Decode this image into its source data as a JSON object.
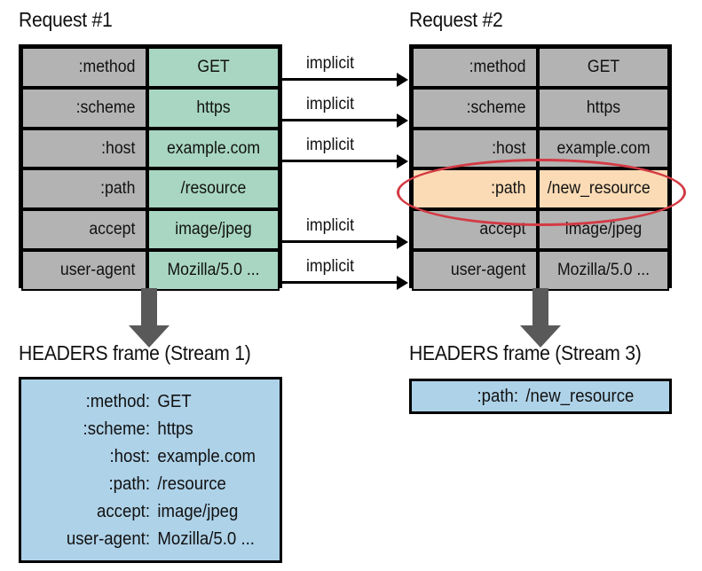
{
  "diagram": {
    "title_left": "Request #1",
    "title_right": "Request #2",
    "implicit_label": "implicit"
  },
  "request1": {
    "title": "Request #1",
    "rows": [
      {
        "name": ":method",
        "value": "GET"
      },
      {
        "name": ":scheme",
        "value": "https"
      },
      {
        "name": ":host",
        "value": "example.com"
      },
      {
        "name": ":path",
        "value": "/resource"
      },
      {
        "name": "accept",
        "value": "image/jpeg"
      },
      {
        "name": "user-agent",
        "value": "Mozilla/5.0 ..."
      }
    ]
  },
  "request2": {
    "title": "Request #2",
    "rows": [
      {
        "name": ":method",
        "value": "GET",
        "highlighted": false
      },
      {
        "name": ":scheme",
        "value": "https",
        "highlighted": false
      },
      {
        "name": ":host",
        "value": "example.com",
        "highlighted": false
      },
      {
        "name": ":path",
        "value": "/new_resource",
        "highlighted": true
      },
      {
        "name": "accept",
        "value": "image/jpeg",
        "highlighted": false
      },
      {
        "name": "user-agent",
        "value": "Mozilla/5.0 ...",
        "highlighted": false
      }
    ]
  },
  "implicit_arrows": [
    {
      "label": "implicit"
    },
    {
      "label": "implicit"
    },
    {
      "label": "implicit"
    },
    {
      "label": "implicit"
    },
    {
      "label": "implicit"
    }
  ],
  "frame1": {
    "caption": "HEADERS frame (Stream 1)",
    "entries": [
      {
        "key": ":method:",
        "value": "GET"
      },
      {
        "key": ":scheme:",
        "value": "https"
      },
      {
        "key": ":host:",
        "value": "example.com"
      },
      {
        "key": ":path:",
        "value": "/resource"
      },
      {
        "key": "accept:",
        "value": "image/jpeg"
      },
      {
        "key": "user-agent:",
        "value": "Mozilla/5.0 ..."
      }
    ]
  },
  "frame2": {
    "caption": "HEADERS frame (Stream 3)",
    "entries": [
      {
        "key": ":path:",
        "value": "/new_resource"
      }
    ]
  },
  "colors": {
    "green_cell": "#a8d6c2",
    "gray_cell": "#b3b3b3",
    "orange_highlight": "#fbdbb5",
    "blue_frame": "#aed2e8",
    "red_ellipse": "#d33a44",
    "arrow_gray": "#595959",
    "outline": "#000000"
  }
}
